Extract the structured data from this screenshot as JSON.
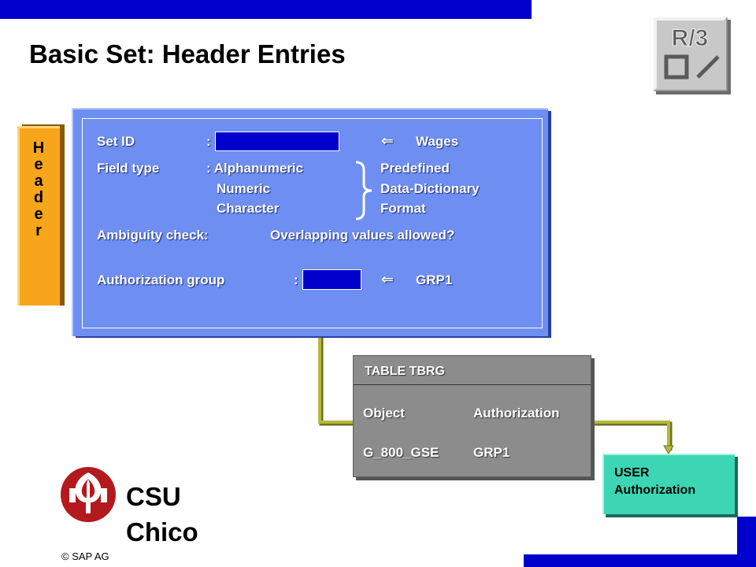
{
  "slide": {
    "title": "Basic Set: Header Entries",
    "logo_text": "R/3"
  },
  "side_tab": {
    "letters": [
      "H",
      "e",
      "a",
      "d",
      "e",
      "r"
    ]
  },
  "panel": {
    "set_id_label": "Set ID",
    "set_id_colon": ":",
    "set_id_arrow": "⇐",
    "set_id_example": "Wages",
    "field_type_label": "Field type",
    "field_type_options": [
      ": Alphanumeric",
      "Numeric",
      "Character"
    ],
    "field_type_sources": [
      "Predefined",
      "Data-Dictionary",
      "Format"
    ],
    "ambiguity_label": "Ambiguity check:",
    "ambiguity_value": "Overlapping values allowed?",
    "auth_group_label": "Authorization group",
    "auth_group_colon": ":",
    "auth_group_arrow": "⇐",
    "auth_group_example": "GRP1"
  },
  "table": {
    "title": "TABLE TBRG",
    "columns": [
      "Object",
      "Authorization"
    ],
    "rows": [
      [
        "G_800_GSE",
        "GRP1"
      ]
    ]
  },
  "user_box": {
    "line1": "USER",
    "line2": "Authorization"
  },
  "branding": {
    "university_line1": "CSU",
    "university_line2": "Chico",
    "copyright": "©  SAP AG"
  },
  "colors": {
    "accent_blue": "#0000cc",
    "panel_blue": "#6e8ef2",
    "tab_orange": "#f7a51b",
    "table_gray": "#8c8c8c",
    "user_teal": "#3cd6b4",
    "connector_olive": "#b5b83a",
    "csu_red": "#b3191e"
  }
}
